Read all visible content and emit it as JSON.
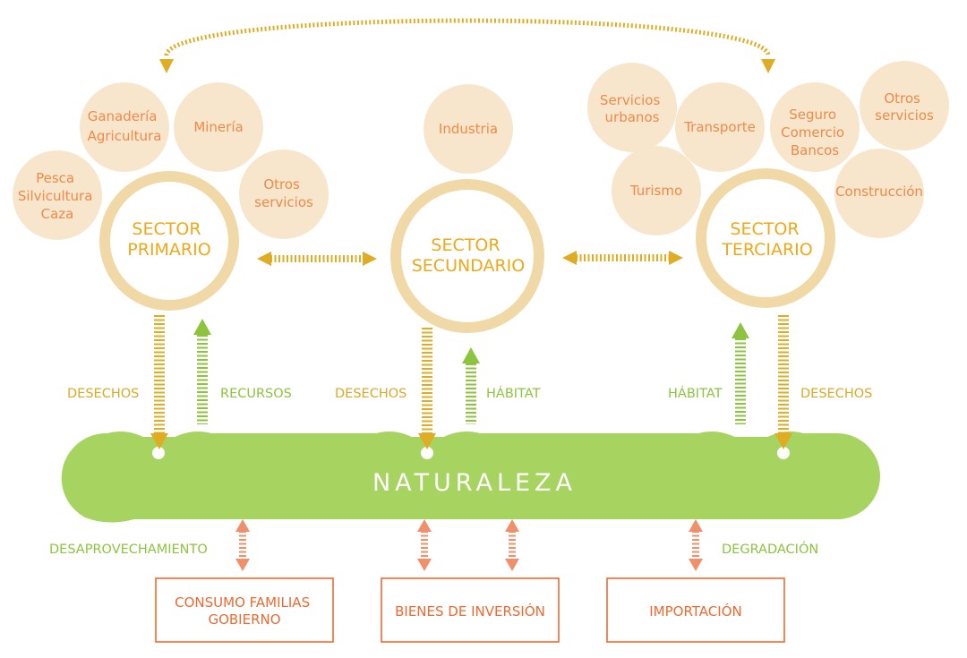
{
  "colors": {
    "bubble": "#f8e6cc",
    "ring": "#f0d9a6",
    "bubble_text": "#ee8a4a",
    "sector_text": "#f0a81a",
    "gold": "#e0ac24",
    "green": "#8cc43f",
    "nature": "#a7d360",
    "orange": "#ee6a30"
  },
  "sectors": {
    "primario": {
      "line1": "SECTOR",
      "line2": "PRIMARIO"
    },
    "secundario": {
      "line1": "SECTOR",
      "line2": "SECUNDARIO"
    },
    "terciario": {
      "line1": "SECTOR",
      "line2": "TERCIARIO"
    }
  },
  "activities": {
    "pesca": [
      "Pesca",
      "Silvicultura",
      "Caza"
    ],
    "ganaderia": [
      "Ganadería",
      "Agricultura"
    ],
    "mineria": [
      "Minería"
    ],
    "otros_primario": [
      "Otros",
      "servicios"
    ],
    "industria": [
      "Industria"
    ],
    "servicios_urbanos": [
      "Servicios",
      "urbanos"
    ],
    "transporte": [
      "Transporte"
    ],
    "seguro": [
      "Seguro",
      "Comercio",
      "Bancos"
    ],
    "otros_terciario": [
      "Otros",
      "servicios"
    ],
    "turismo": [
      "Turismo"
    ],
    "construccion": [
      "Construcción"
    ]
  },
  "flows": {
    "primario_out": "DESECHOS",
    "primario_in": "RECURSOS",
    "secundario_out": "DESECHOS",
    "secundario_in": "HÁBITAT",
    "terciario_in": "HÁBITAT",
    "terciario_out": "DESECHOS"
  },
  "nature": {
    "label": "NATURALEZA"
  },
  "bottom": {
    "left_label": "DESAPROVECHAMIENTO",
    "right_label": "DEGRADACIÓN",
    "box_consumo": [
      "CONSUMO FAMILIAS",
      "GOBIERNO"
    ],
    "box_bienes": [
      "BIENES DE INVERSIÓN"
    ],
    "box_importacion": [
      "IMPORTACIÓN"
    ]
  }
}
